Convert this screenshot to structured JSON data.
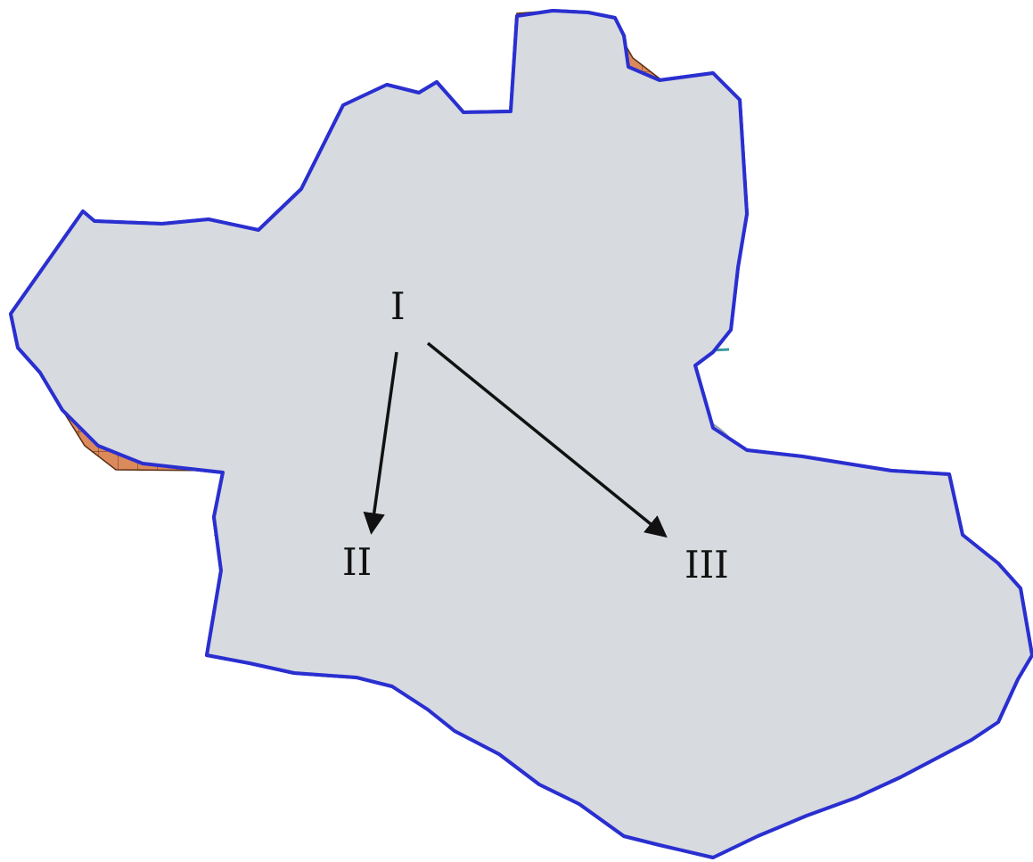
{
  "map": {
    "zone_labels": {
      "one": "I",
      "two": "II",
      "three": "III"
    },
    "colors": {
      "boundary": "#2a2fd0",
      "territory_fill": "#d7dadf",
      "territory_pale": "#e7e9ec",
      "plot_fill": "#db8a5c",
      "plot_stroke": "#5a2e12",
      "zone_line": "#3e9a9e",
      "road": "#9aa0a8",
      "arrow": "#111111",
      "central_area": "#c2c4c8",
      "marker_red": "#e23b3b"
    },
    "arrows": [
      {
        "from": "I",
        "to": "II"
      },
      {
        "from": "I",
        "to": "III"
      }
    ]
  }
}
